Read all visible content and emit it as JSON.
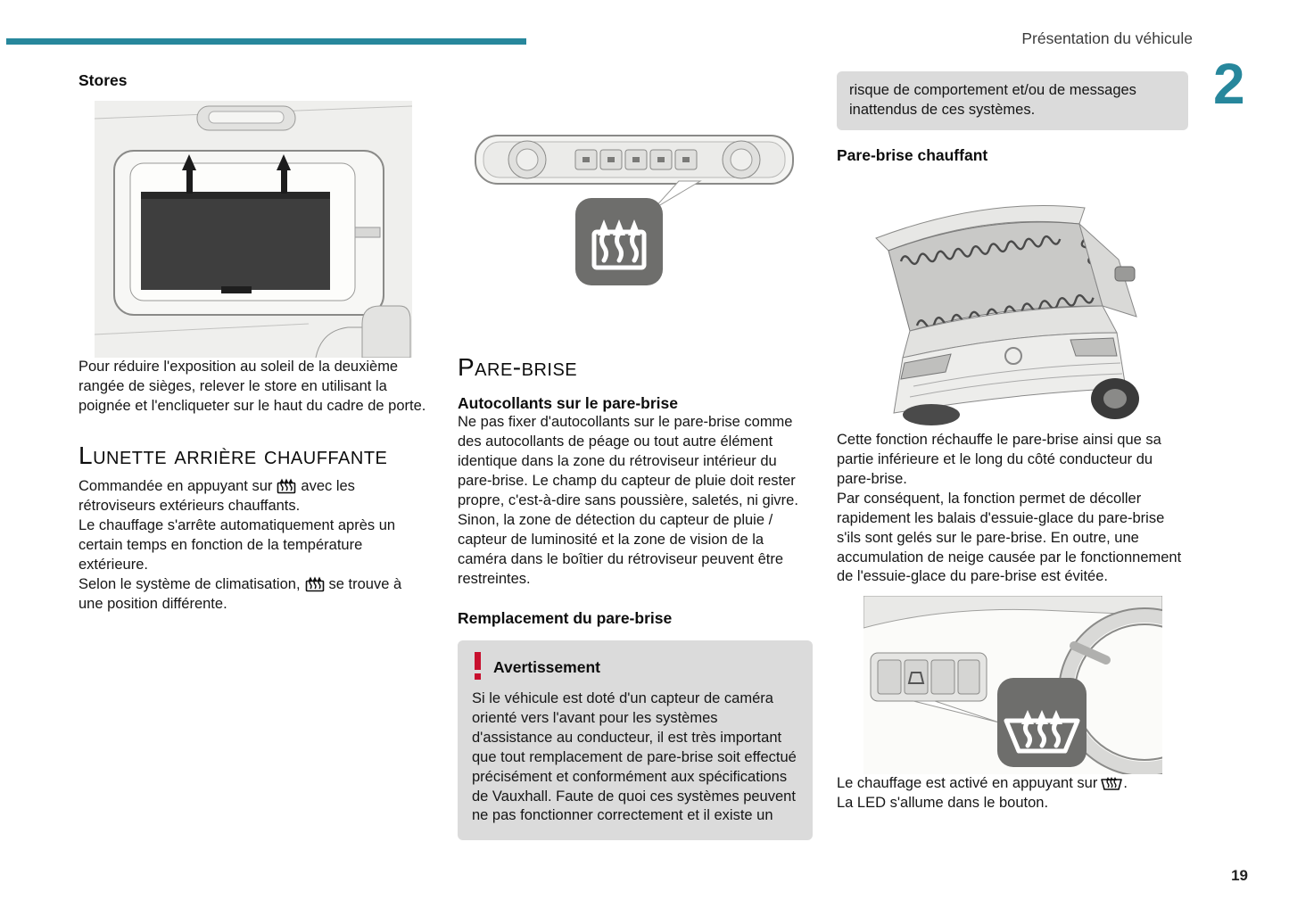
{
  "page": {
    "header_title": "Présentation du véhicule",
    "chapter_number": "2",
    "page_number": "19"
  },
  "colors": {
    "accent_teal": "#27879C",
    "warning_red": "#C8102E",
    "box_gray": "#DBDBDB"
  },
  "icons": {
    "heated_rear_window": "heated-rear-window-icon",
    "heated_windshield": "heated-windshield-icon",
    "warning_exclamation": "warning-exclamation-icon"
  },
  "stores": {
    "heading": "Stores",
    "body": "Pour réduire l'exposition au soleil de la deuxième rangée de sièges, relever le store en utilisant la poignée et l'encliqueter sur le haut du cadre de porte."
  },
  "lunette": {
    "heading": "Lunette arrière chauffante",
    "p1_before": "Commandée en appuyant sur",
    "p1_after": "avec les rétroviseurs extérieurs chauffants.",
    "p2": "Le chauffage s'arrête automatiquement après un certain temps en fonction de la température extérieure.",
    "p3_before": "Selon le système de climatisation,",
    "p3_after": "se trouve à une position différente."
  },
  "parebrise": {
    "heading": "Pare-brise",
    "autocollants_heading": "Autocollants sur le pare-brise",
    "autocollants_body": "Ne pas fixer d'autocollants sur le pare-brise comme des autocollants de péage ou tout autre élément identique dans la zone du rétroviseur intérieur du pare-brise. Le champ du capteur de pluie doit rester propre, c'est-à-dire sans poussière, saletés, ni givre. Sinon, la zone de détection du capteur de pluie / capteur de luminosité et la zone de vision de la caméra dans le boîtier du rétroviseur peuvent être restreintes.",
    "remplacement_heading": "Remplacement du pare-brise",
    "warning_title": "Avertissement",
    "warning_body": "Si le véhicule est doté d'un capteur de caméra orienté vers l'avant pour les systèmes d'assistance au conducteur, il est très important que tout remplacement de pare-brise soit effectué précisément et conformément aux spécifications de Vauxhall. Faute de quoi ces systèmes peuvent ne pas fonctionner correctement et il existe un",
    "warning_continuation": "risque de comportement et/ou de messages inattendus de ces systèmes."
  },
  "chauffant": {
    "heading": "Pare-brise chauffant",
    "p1": "Cette fonction réchauffe le pare-brise ainsi que sa partie inférieure et le long du côté conducteur du pare-brise.",
    "p2": "Par conséquent, la fonction permet de décoller rapidement les balais d'essuie-glace du pare-brise s'ils sont gelés sur le pare-brise. En outre, une accumulation de neige causée par le fonctionnement de l'essuie-glace du pare-brise est évitée.",
    "p3_before": "Le chauffage est activé en appuyant sur",
    "p3_after": ".",
    "p4": "La LED s'allume dans le bouton."
  }
}
